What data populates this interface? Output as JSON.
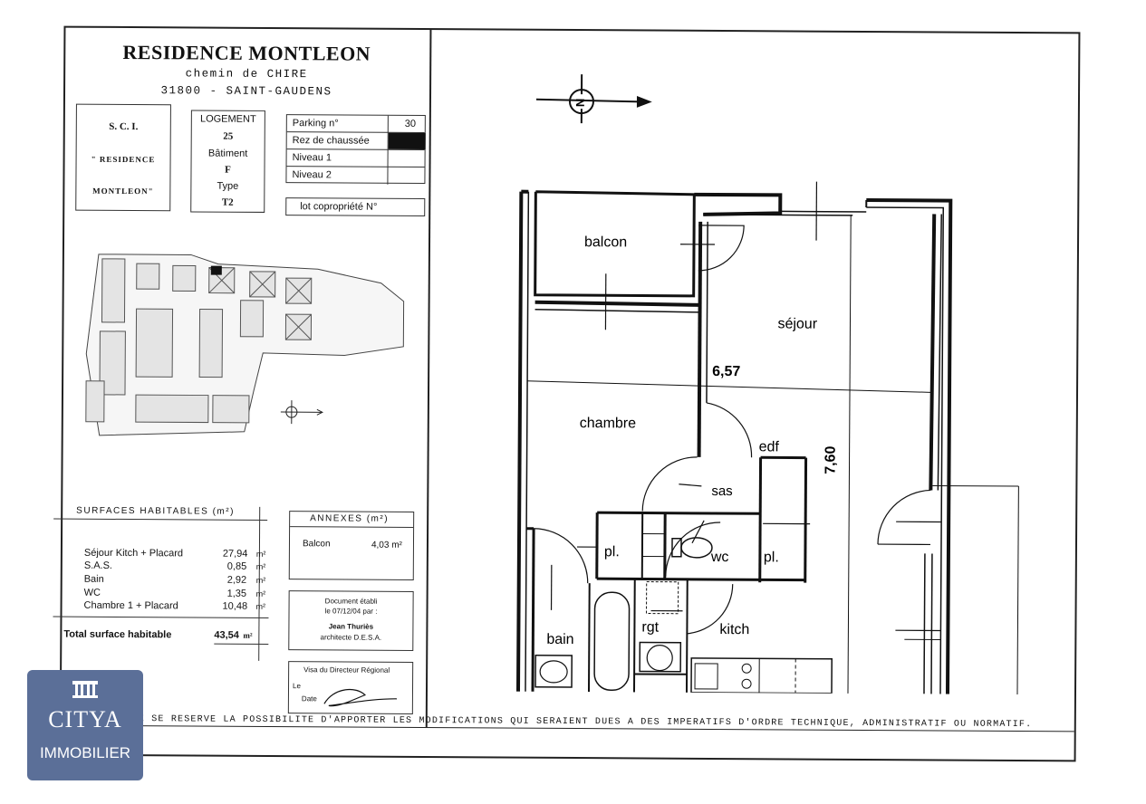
{
  "header": {
    "title": "RESIDENCE MONTLEON",
    "subtitle": "chemin de CHIRE",
    "city": "31800 - SAINT-GAUDENS"
  },
  "sci": {
    "line1": "S. C. I.",
    "line2": "\" RESIDENCE",
    "line3": "MONTLEON\""
  },
  "logement": {
    "label_logement": "LOGEMENT",
    "logement": "25",
    "label_batiment": "Bâtiment",
    "batiment": "F",
    "label_type": "Type",
    "type": "T2"
  },
  "parking": {
    "rows": [
      {
        "label": "Parking n°",
        "value": "30"
      },
      {
        "label": "Rez de chaussée",
        "value": ""
      },
      {
        "label": "Niveau 1",
        "value": ""
      },
      {
        "label": "Niveau 2",
        "value": ""
      }
    ],
    "lot_label": "lot copropriété N°"
  },
  "surfaces": {
    "title": "SURFACES HABITABLES (m²)",
    "rows": [
      {
        "label": "Séjour Kitch + Placard",
        "value": "27,94",
        "unit": "m²"
      },
      {
        "label": "S.A.S.",
        "value": "0,85",
        "unit": "m²"
      },
      {
        "label": "Bain",
        "value": "2,92",
        "unit": "m²"
      },
      {
        "label": "WC",
        "value": "1,35",
        "unit": "m²"
      },
      {
        "label": "Chambre 1 + Placard",
        "value": "10,48",
        "unit": "m²"
      }
    ],
    "total_label": "Total surface habitable",
    "total_value": "43,54",
    "total_unit": "m²"
  },
  "annexes": {
    "title": "ANNEXES (m²)",
    "label": "Balcon",
    "value": "4,03 m²"
  },
  "document": {
    "line1": "Document établi",
    "line2": "le 07/12/04 par :",
    "line3": "Jean Thuriès",
    "line4": "architecte D.E.S.A."
  },
  "visa": {
    "title": "Visa du Directeur Régional",
    "le": "Le",
    "date": "Date"
  },
  "plan": {
    "rooms": {
      "balcon": "balcon",
      "sejour": "séjour",
      "chambre": "chambre",
      "edf": "edf",
      "sas": "sas",
      "pl1": "pl.",
      "wc": "wc",
      "pl2": "pl.",
      "bain": "bain",
      "rgt": "rgt",
      "kitch": "kitch"
    },
    "dimension_width": "6,57",
    "dimension_height": "7,60",
    "north": "N"
  },
  "footer": "LA SOCIETE SE RESERVE LA POSSIBILITE D'APPORTER LES MODIFICATIONS QUI SERAIENT DUES A DES IMPERATIFS D'ORDRE TECHNIQUE, ADMINISTRATIF OU NORMATIF.",
  "logo": {
    "brand": "CITYA",
    "sub": "IMMOBILIER",
    "color": "#5b6f98"
  }
}
